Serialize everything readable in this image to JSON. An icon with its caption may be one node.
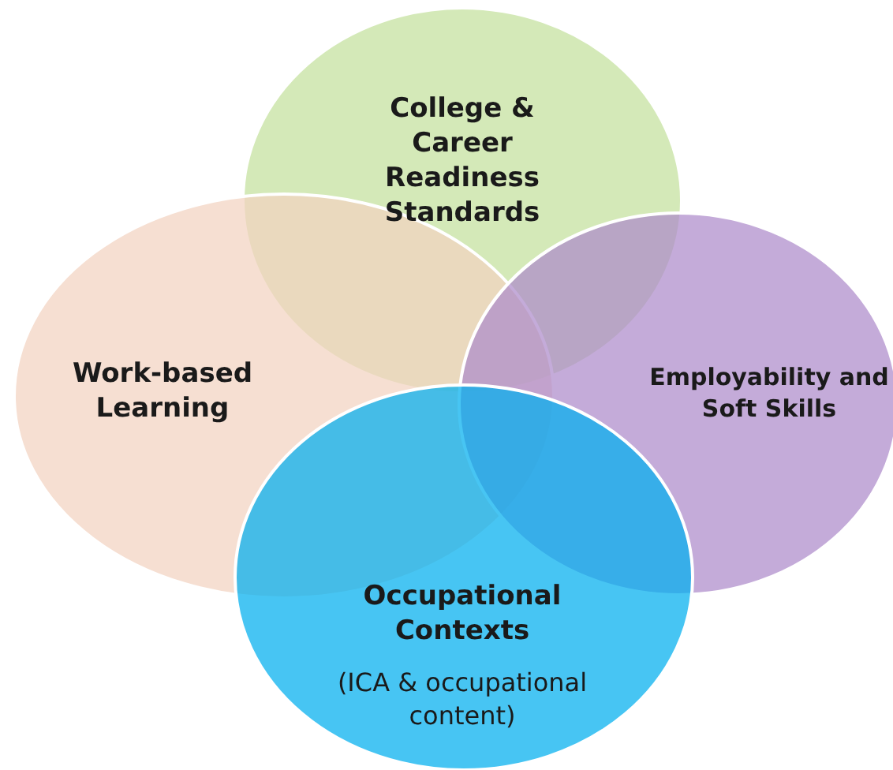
{
  "diagram": {
    "nodes": [
      {
        "text": [
          "College & Career Readiness Standards"
        ]
      },
      {
        "text": [
          "Work-based Learning"
        ]
      },
      {
        "text": [
          "Employability and Soft Skills"
        ]
      },
      {
        "text": [
          "Occupational Contexts",
          "(ICA & occupational content)"
        ]
      }
    ]
  }
}
